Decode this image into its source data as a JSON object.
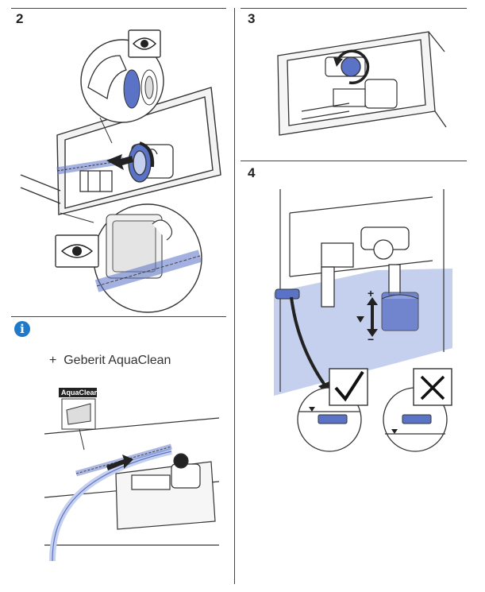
{
  "steps": [
    {
      "number": "2"
    },
    {
      "number": "3"
    },
    {
      "number": "4"
    }
  ],
  "info": {
    "icon": "info-icon",
    "glyph": "i",
    "color": "#1f78c8",
    "plus_sign": "+",
    "product_text": "Geberit AquaClean",
    "product_label": "AquaClean"
  },
  "step4": {
    "plus_sign": "+",
    "minus_sign": "−",
    "ok_icon": "checkmark-icon",
    "not_ok_icon": "cross-icon"
  },
  "colors": {
    "accent_blue": "#5b73c7",
    "water_blue": "#c5d0ef",
    "line": "#333333",
    "callout_circle_fill": "#ffffff"
  }
}
